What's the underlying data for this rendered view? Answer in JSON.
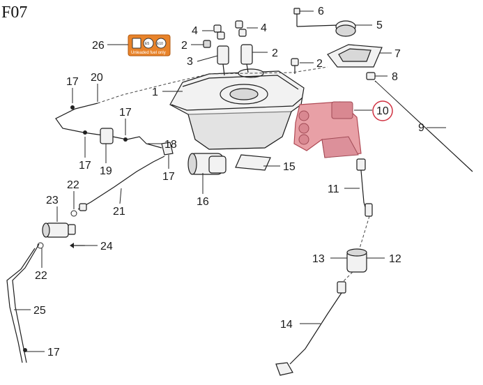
{
  "diagram": {
    "title": "F07",
    "highlight_color": "#e8a0a6",
    "highlight_ring_color": "#d03040",
    "warning_label": {
      "badge_e5": "E5",
      "badge_e10": "E10",
      "text": "Unleaded fuel only",
      "color": "#e8832a"
    },
    "refs": {
      "r1": "1",
      "r2a": "2",
      "r2b": "2",
      "r2c": "2",
      "r3": "3",
      "r4a": "4",
      "r4b": "4",
      "r5": "5",
      "r6": "6",
      "r7": "7",
      "r8": "8",
      "r9": "9",
      "r10": "10",
      "r11": "11",
      "r12": "12",
      "r13": "13",
      "r14": "14",
      "r15": "15",
      "r16": "16",
      "r17a": "17",
      "r17b": "17",
      "r17c": "17",
      "r17d": "17",
      "r17e": "17",
      "r18": "18",
      "r19": "19",
      "r20": "20",
      "r21": "21",
      "r22a": "22",
      "r22b": "22",
      "r23": "23",
      "r24": "24",
      "r25": "25",
      "r26": "26"
    }
  }
}
